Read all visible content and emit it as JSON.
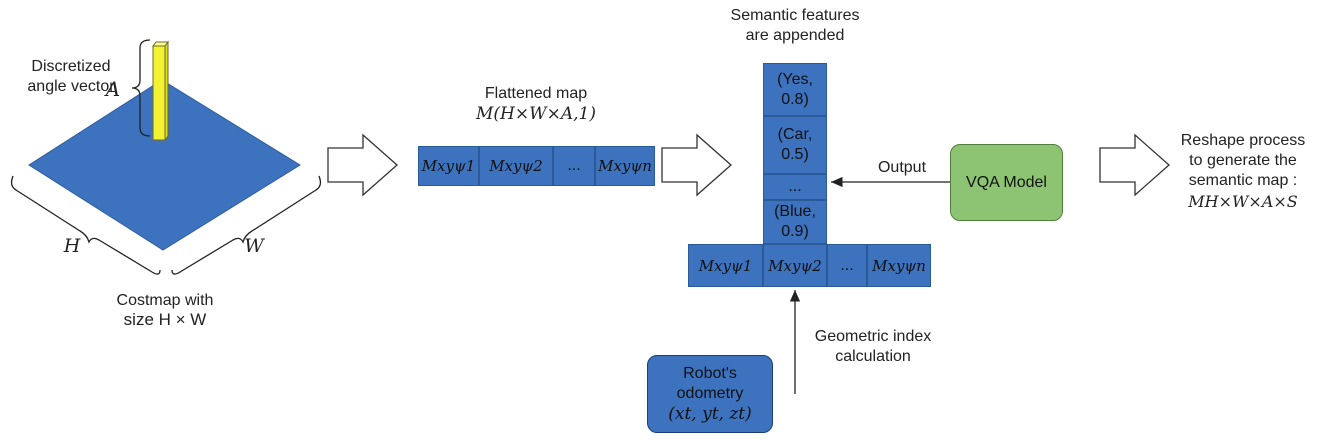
{
  "costmap": {
    "angle_label": "Discretized angle vector",
    "a_symbol": "A",
    "h_symbol": "H",
    "w_symbol": "W",
    "caption_line1": "Costmap with",
    "caption_line2": "size H × W"
  },
  "flattened": {
    "title": "Flattened map",
    "formula": "M(H×W×A,1)",
    "cells": [
      "Mxyψ1",
      "Mxyψ2",
      "...",
      "Mxyψn"
    ]
  },
  "semantic": {
    "title_line1": "Semantic features",
    "title_line2": "are appended",
    "items": [
      "(Yes, 0.8)",
      "(Car, 0.5)",
      "...",
      "(Blue, 0.9)"
    ],
    "base_cells": [
      "Mxyψ1",
      "Mxyψ2",
      "...",
      "Mxyψn"
    ]
  },
  "vqa": {
    "label": "VQA Model",
    "output_label": "Output",
    "color": "#8dc473"
  },
  "odometry": {
    "line1": "Robot's",
    "line2": "odometry",
    "formula": "(xt, yt, zt)",
    "arrow_label_line1": "Geometric index",
    "arrow_label_line2": "calculation",
    "color": "#3d72bf"
  },
  "reshape": {
    "line1": "Reshape process",
    "line2": "to generate the",
    "line3": "semantic map :",
    "formula": "MH×W×A×S"
  },
  "colors": {
    "map_blue": "#3d72bf",
    "vector_yellow": "#f2f233",
    "arrow_outline": "#333333"
  }
}
